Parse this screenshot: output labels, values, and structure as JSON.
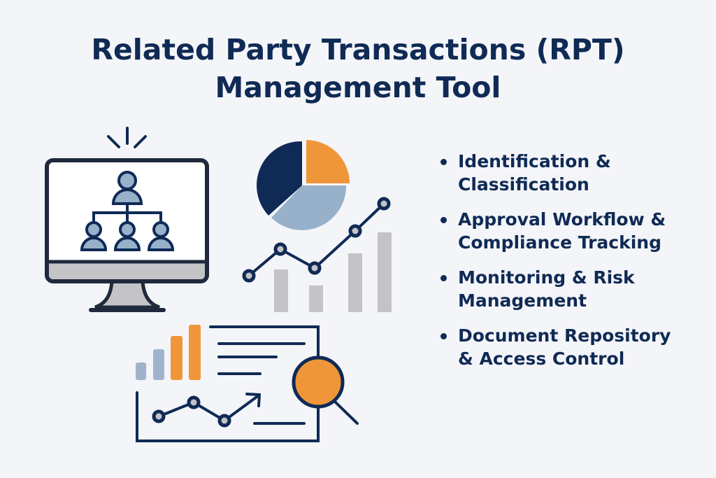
{
  "title": {
    "line1": "Related Party Transactions (RPT)",
    "line2": "Management Tool"
  },
  "features": [
    {
      "line1": "Identification &",
      "line2": "Classification"
    },
    {
      "line1": "Approval Workflow &",
      "line2": "Compliance Tracking"
    },
    {
      "line1": "Monitoring & Risk",
      "line2": "Management"
    },
    {
      "line1": "Document Repository",
      "line2": "& Access Control"
    }
  ],
  "colors": {
    "navy": "#0f2a55",
    "orange": "#f0963a",
    "light_blue": "#97b1cb",
    "gray": "#c4c4c6",
    "background": "#f4f5f8"
  }
}
